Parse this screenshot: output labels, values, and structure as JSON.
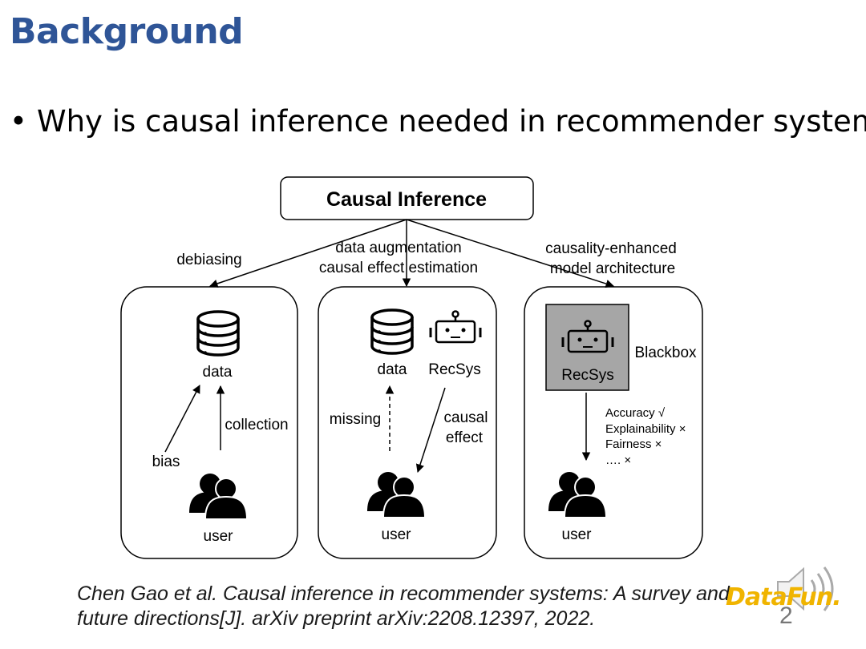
{
  "slide": {
    "title": "Background",
    "bullet": "Why is causal inference needed in recommender system?",
    "citation_line1": "Chen Gao et al. Causal inference in recommender systems: A survey and",
    "citation_line2": "future directions[J]. arXiv preprint arXiv:2208.12397, 2022.",
    "logo_text": "DataFun.",
    "page_number": "2"
  },
  "diagram": {
    "root": "Causal Inference",
    "edges": {
      "left": "debiasing",
      "middle_line1": "data augmentation",
      "middle_line2": "causal effect estimation",
      "right_line1": "causality-enhanced",
      "right_line2": "model architecture"
    },
    "panel1": {
      "data": "data",
      "collection": "collection",
      "bias": "bias",
      "user": "user"
    },
    "panel2": {
      "data": "data",
      "recsys": "RecSys",
      "missing": "missing",
      "causal1": "causal",
      "causal2": "effect",
      "user": "user"
    },
    "panel3": {
      "recsys": "RecSys",
      "blackbox": "Blackbox",
      "metrics": [
        "Accuracy √",
        "Explainability ×",
        "Fairness ×",
        "…. ×"
      ],
      "user": "user"
    }
  },
  "colors": {
    "title": "#2f5597",
    "blackbox_fill": "#a6a6a6",
    "logo": "#f0b400"
  }
}
